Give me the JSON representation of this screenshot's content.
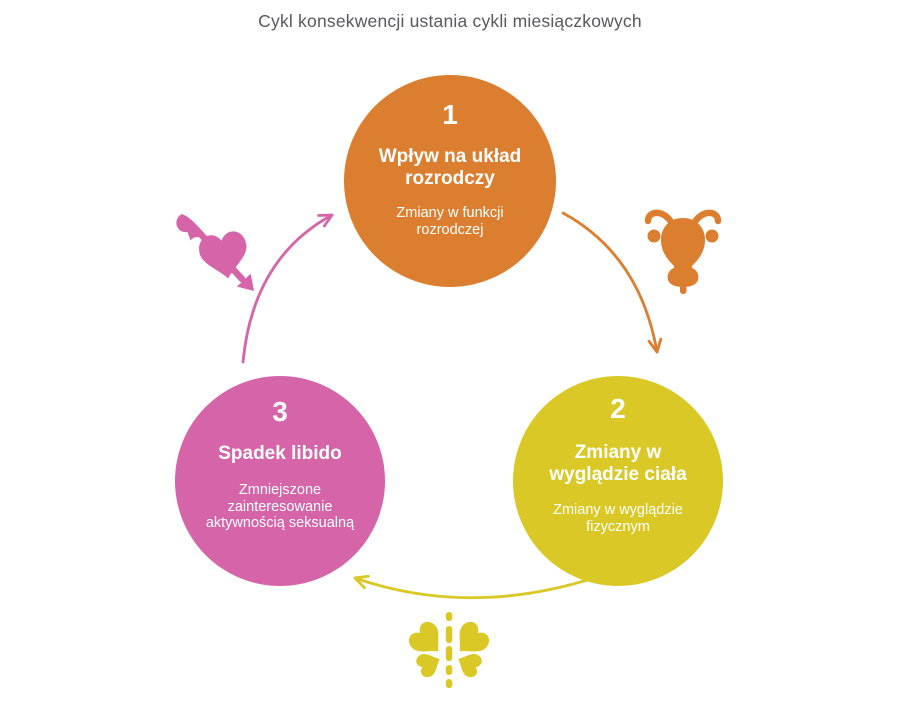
{
  "title": "Cykl konsekwencji ustania cykli miesiączkowych",
  "colors": {
    "orange": "#db7e2f",
    "yellow": "#d9c826",
    "pink": "#d564a9",
    "title_text": "#58585b",
    "node_text": "#ffffff",
    "background": "#ffffff"
  },
  "nodes": [
    {
      "number": "1",
      "heading": "Wpływ na układ rozrodczy",
      "description": "Zmiany w funkcji rozrodczej",
      "color": "#db7e2f",
      "icon": "uterus-icon"
    },
    {
      "number": "2",
      "heading": "Zmiany w wyglądzie ciała",
      "description": "Zmiany w wyglądzie fizycznym",
      "color": "#d9c826",
      "icon": "butterfly-icon"
    },
    {
      "number": "3",
      "heading": "Spadek libido",
      "description": "Zmniejszone zainteresowanie aktywnością seksualną",
      "color": "#d564a9",
      "icon": "heart-arrow-icon"
    }
  ]
}
